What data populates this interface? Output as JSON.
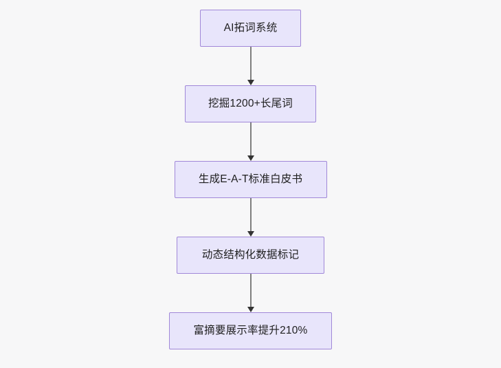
{
  "diagram": {
    "type": "flowchart",
    "direction": "top-to-bottom",
    "background_color": "#f7f7f8",
    "node_fill_color": "#e8e5fb",
    "node_border_color": "#a087d8",
    "node_text_color": "#1f1f1f",
    "connector_line_color": "#7e7e7e",
    "connector_arrow_color": "#333333",
    "nodes": [
      {
        "id": "n0",
        "label": "AI拓词系统"
      },
      {
        "id": "n1",
        "label": "挖掘1200+长尾词"
      },
      {
        "id": "n2",
        "label": "生成E-A-T标准白皮书"
      },
      {
        "id": "n3",
        "label": "动态结构化数据标记"
      },
      {
        "id": "n4",
        "label": "富摘要展示率提升210%"
      }
    ],
    "edges": [
      {
        "from": "n0",
        "to": "n1",
        "arrow": "arrow-down-icon",
        "label": ""
      },
      {
        "from": "n1",
        "to": "n2",
        "arrow": "arrow-down-icon",
        "label": ""
      },
      {
        "from": "n2",
        "to": "n3",
        "arrow": "arrow-down-icon",
        "label": ""
      },
      {
        "from": "n3",
        "to": "n4",
        "arrow": "arrow-down-icon",
        "label": ""
      }
    ]
  }
}
